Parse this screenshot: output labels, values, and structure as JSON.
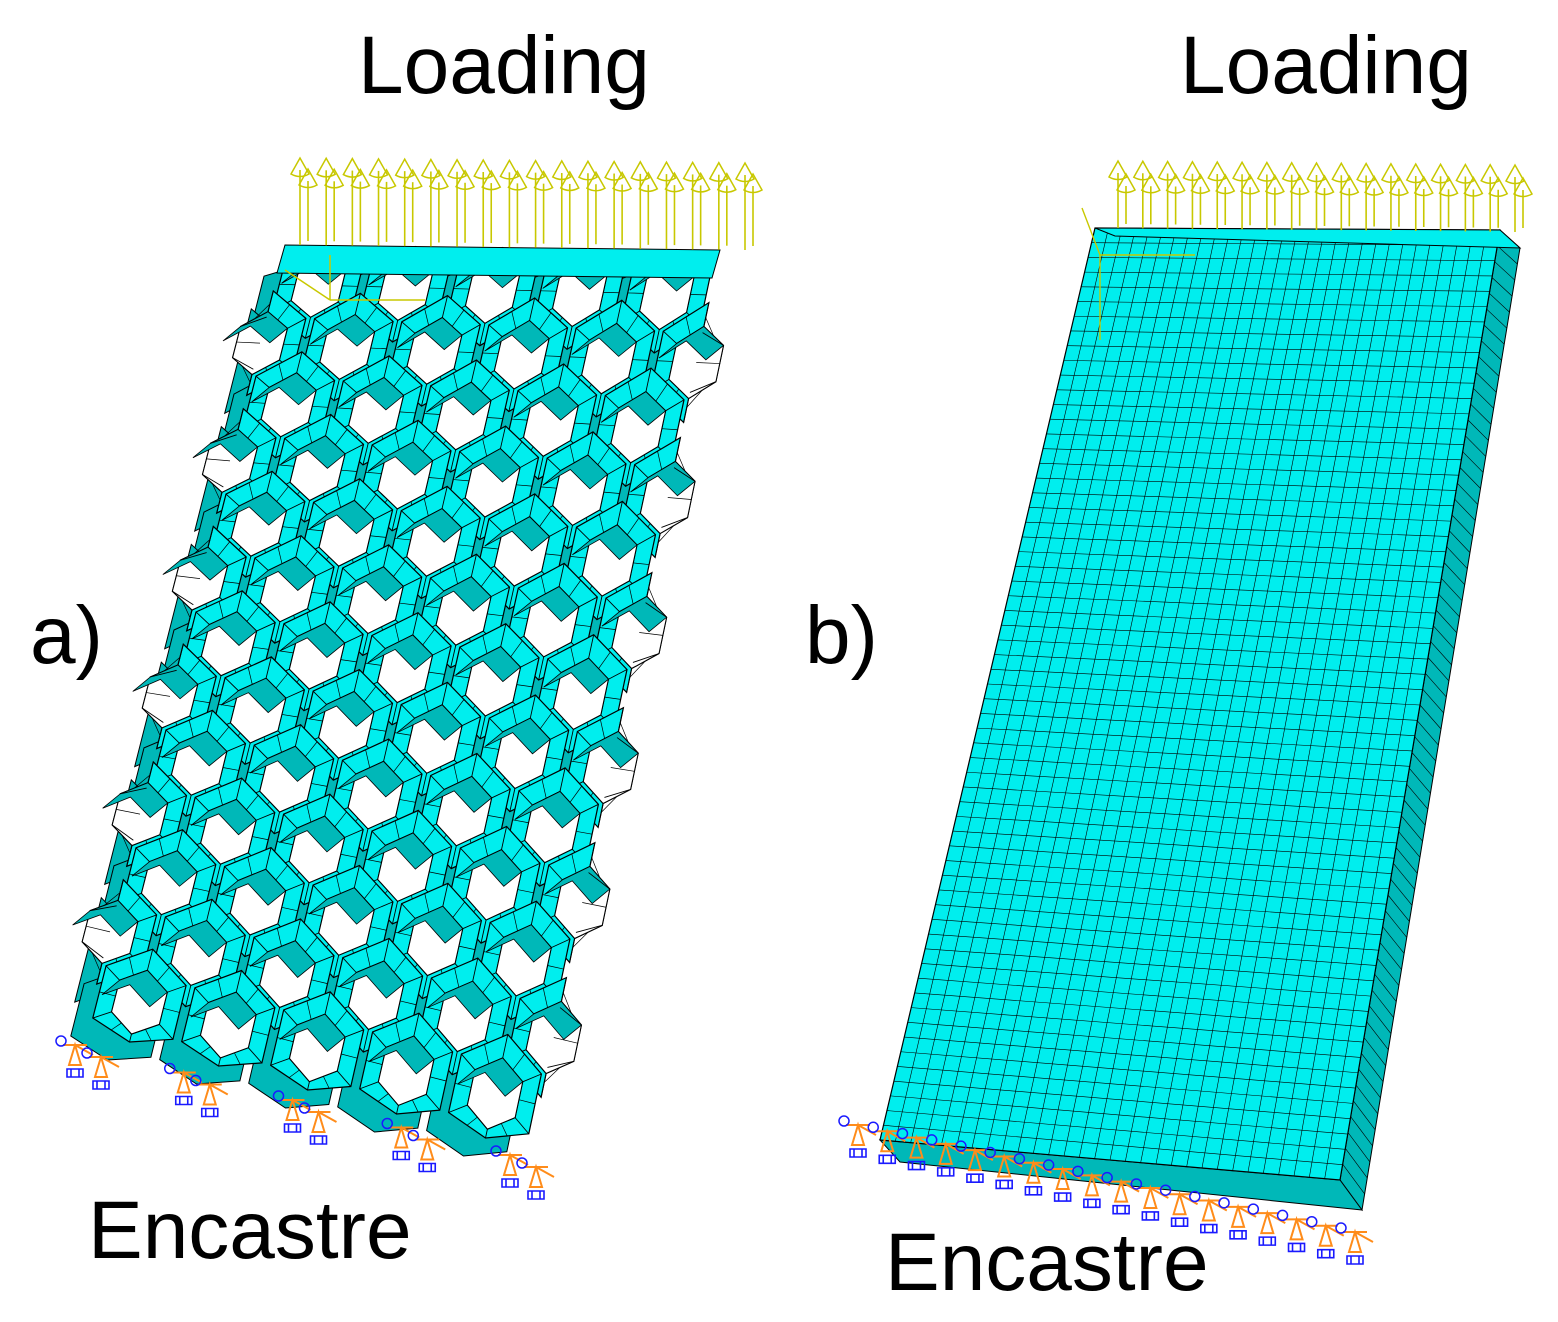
{
  "panels": [
    {
      "id": "a",
      "panel_label": "a)",
      "top_label": "Loading",
      "bottom_label": "Encastre",
      "model": "honeycomb lattice"
    },
    {
      "id": "b",
      "panel_label": "b)",
      "top_label": "Loading",
      "bottom_label": "Encastre",
      "model": "solid plate"
    }
  ],
  "colors": {
    "mesh_fill": "#00eeee",
    "mesh_side": "#00b8b8",
    "mesh_line": "#000000",
    "load_arrow": "#c8c800",
    "bc_blue": "#1a1aff",
    "bc_orange": "#ff8c1a",
    "axis_triad": "#c8c800"
  },
  "icons": [
    "load-arrow-icon",
    "encastre-bc-icon",
    "axis-triad-icon"
  ]
}
